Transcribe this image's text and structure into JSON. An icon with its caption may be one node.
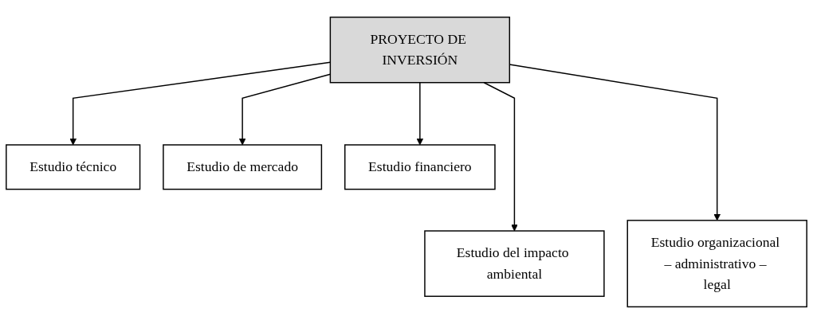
{
  "diagram": {
    "nodes": [
      {
        "text": [
          "PROYECTO DE INVERSIÓN"
        ]
      },
      {
        "text": [
          "Estudio técnico"
        ]
      },
      {
        "text": [
          "Estudio de mercado"
        ]
      },
      {
        "text": [
          "Estudio financiero"
        ]
      },
      {
        "text": [
          "Estudio del impacto ambiental"
        ]
      },
      {
        "text": [
          "Estudio organizacional – administrativo – legal"
        ]
      }
    ],
    "edges": [
      {
        "from": 0,
        "to": 1,
        "arrow": "to"
      },
      {
        "from": 0,
        "to": 4,
        "arrow": "to"
      },
      {
        "from": 0,
        "to": 2,
        "arrow": "to"
      },
      {
        "from": 0,
        "to": 5,
        "arrow": "to"
      },
      {
        "from": 0,
        "to": 3,
        "arrow": "to"
      }
    ]
  }
}
